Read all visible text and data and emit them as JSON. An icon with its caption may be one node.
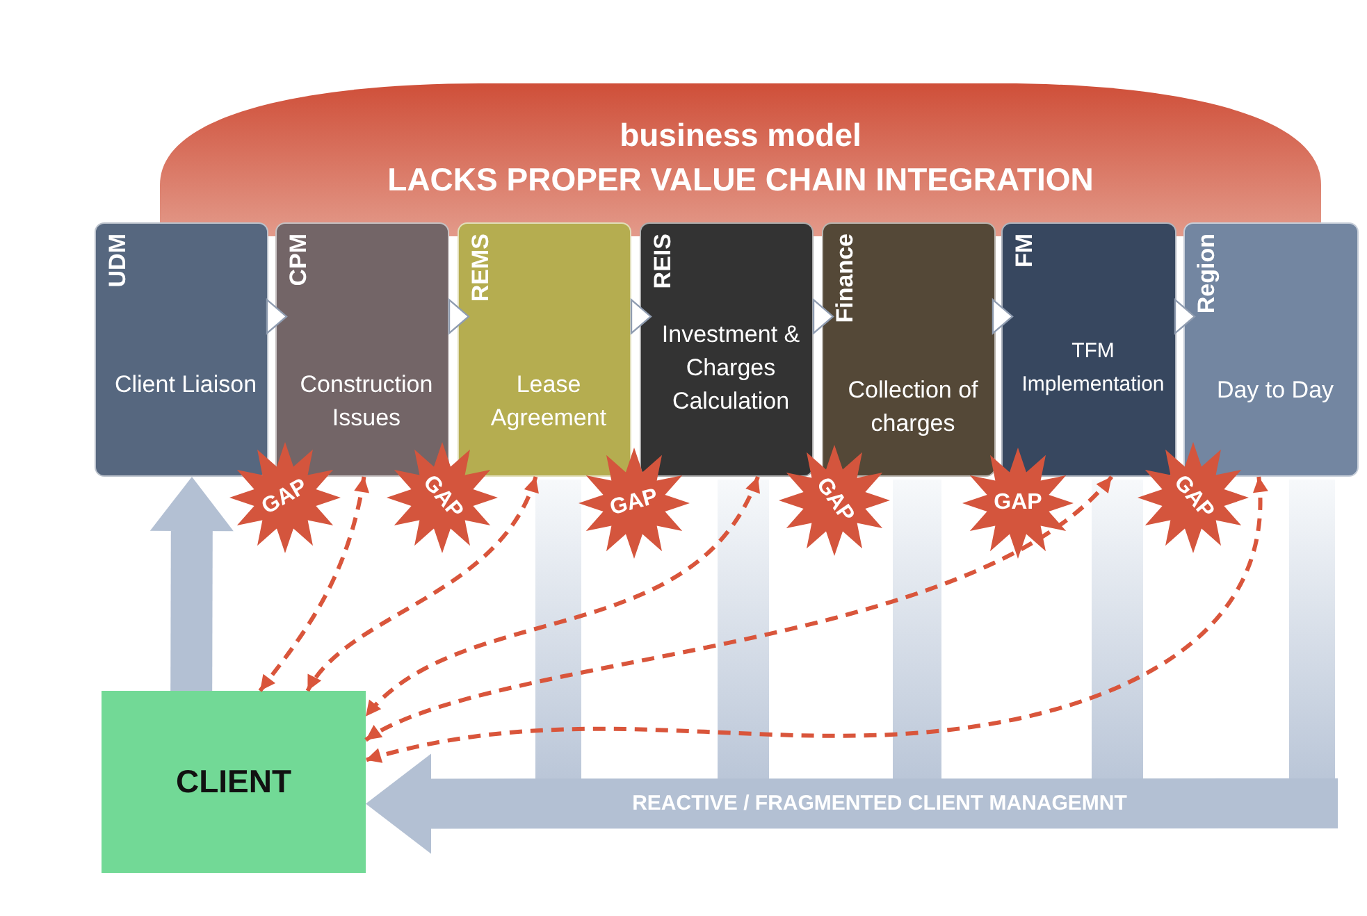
{
  "diagram": {
    "nodes": [
      {
        "text": [
          "business model",
          "LACKS PROPER VALUE CHAIN INTEGRATION"
        ]
      },
      {
        "text": [
          "UDM",
          "Client Liaison"
        ]
      },
      {
        "text": [
          "CPM",
          "Construction Issues"
        ]
      },
      {
        "text": [
          "REMS",
          "Lease Agreement"
        ]
      },
      {
        "text": [
          "REIS",
          "Investment & Charges Calculation"
        ]
      },
      {
        "text": [
          "Finance",
          "Collection of charges"
        ]
      },
      {
        "text": [
          "FM",
          "TFM Implementation"
        ]
      },
      {
        "text": [
          "Region",
          "Day to Day"
        ]
      },
      {
        "text": [
          "GAP"
        ]
      },
      {
        "text": [
          "GAP"
        ]
      },
      {
        "text": [
          "GAP"
        ]
      },
      {
        "text": [
          "GAP"
        ]
      },
      {
        "text": [
          "GAP"
        ]
      },
      {
        "text": [
          "GAP"
        ]
      },
      {
        "text": [
          "CLIENT"
        ]
      }
    ],
    "edges": [
      {
        "from": 1,
        "to": 2,
        "arrow": "to"
      },
      {
        "from": 2,
        "to": 3,
        "arrow": "to"
      },
      {
        "from": 3,
        "to": 4,
        "arrow": "to"
      },
      {
        "from": 4,
        "to": 5,
        "arrow": "to"
      },
      {
        "from": 5,
        "to": 6,
        "arrow": "to"
      },
      {
        "from": 6,
        "to": 7,
        "arrow": "to"
      },
      {
        "from": 14,
        "to": 1,
        "arrow": "to",
        "style": "thick",
        "color": "#b3c0d3"
      },
      {
        "from": null,
        "to": 14,
        "arrow": "to",
        "label": "REACTIVE / FRAGMENTED CLIENT MANAGEMNT",
        "style": "thick",
        "color": "#b3c0d3"
      },
      {
        "from": 2,
        "to": 14,
        "arrow": "both",
        "style": "dashed",
        "color": "#d9553b"
      },
      {
        "from": 3,
        "to": 14,
        "arrow": "both",
        "style": "dashed",
        "color": "#d9553b"
      },
      {
        "from": 4,
        "to": 14,
        "arrow": "both",
        "style": "dashed",
        "color": "#d9553b"
      },
      {
        "from": 6,
        "to": 14,
        "arrow": "both",
        "style": "dashed",
        "color": "#d9553b"
      },
      {
        "from": 7,
        "to": 14,
        "arrow": "both",
        "style": "dashed",
        "color": "#d9553b"
      }
    ]
  }
}
